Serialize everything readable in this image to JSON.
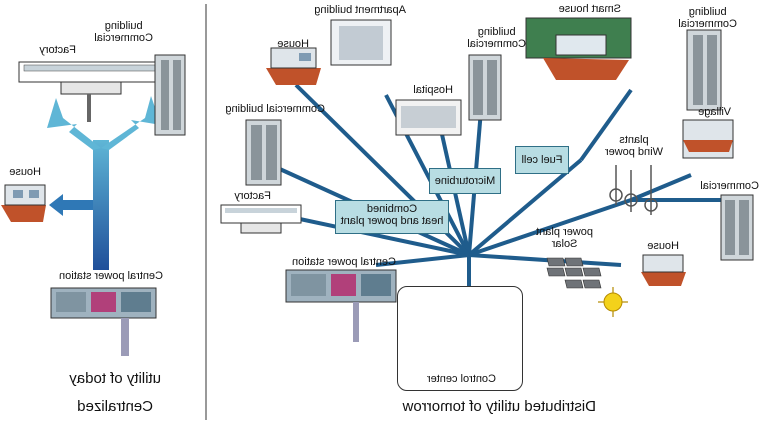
{
  "left_panel": {
    "title": "Centralized",
    "subtitle": "utility of today",
    "labels": {
      "factory": "Factory",
      "commercial_line1": "Commercial",
      "commercial_line2": "building",
      "house": "House",
      "power_station": "Central power station"
    }
  },
  "right_panel": {
    "title": "Distributed utility of tomorrow",
    "labels": {
      "apartment": "Apartment building",
      "house_top": "House",
      "commercial_top_line1": "Commercial",
      "commercial_top_line2": "building",
      "smart_house": "Smart house",
      "commercial_right_line1": "Commercial",
      "commercial_right_line2": "building",
      "hospital": "Hospital",
      "commercial_left": "Commercial building",
      "village": "Village",
      "wind_line1": "Wind power",
      "wind_line2": "plants",
      "commercial_mid": "Commercial",
      "factory": "Factory",
      "solar_line1": "Solar",
      "solar_line2": "power plant",
      "house_bottom": "House",
      "central_station": "Central power station",
      "control_center": "Control center"
    },
    "boxes": {
      "fuel_cell": "Fuel cell",
      "microturbine": "Microturbine",
      "chp_line1": "Combined",
      "chp_line2": "heat and power plant"
    }
  },
  "colors": {
    "line": "#1f5c8c",
    "arrow_top": "#5fb6d6",
    "arrow_bottom": "#1f4f9a",
    "box_fill": "#b8dde3",
    "roof": "#c0522a",
    "sun": "#f3d21b"
  }
}
